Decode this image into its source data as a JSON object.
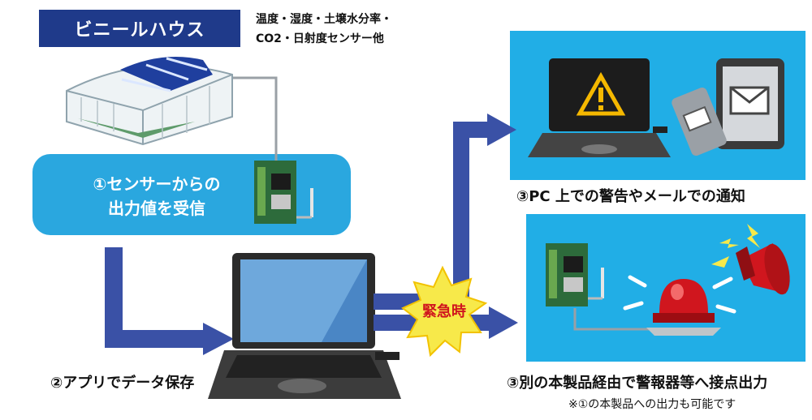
{
  "title": "ビニールハウス",
  "sensor_note": [
    "温度・湿度・土壌水分率・",
    "CO2・日射度センサー他"
  ],
  "step1": [
    "①センサーからの",
    "出力値を受信"
  ],
  "step2": "②アプリでデータ保存",
  "emergency": "緊急時",
  "step3a": "③PC 上での警告やメールでの通知",
  "step3b": "③別の本製品経由で警報器等へ接点出力",
  "step3b_note": "※①の本製品への出力も可能です",
  "colors": {
    "navy": "#1f3a8a",
    "arrow": "#3a51a6",
    "panel": "#21aee6",
    "light_blue": "#2aa7df",
    "burst": "#f7e94a"
  }
}
